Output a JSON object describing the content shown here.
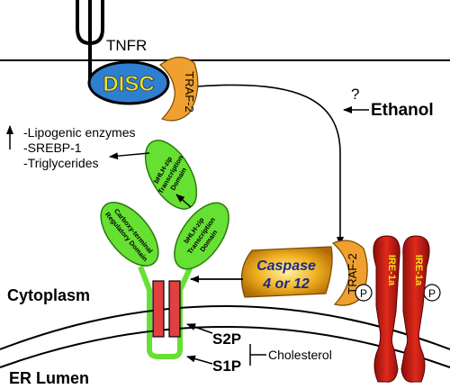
{
  "labels": {
    "tnfr": "TNFR",
    "disc": "DISC",
    "traf2_top": "TRAF-2",
    "question": "?",
    "ethanol": "Ethanol",
    "effect_lipogenic": "-Lipogenic enzymes",
    "effect_srebp": "-SREBP-1",
    "effect_trig": "-Triglycerides",
    "bhlh_top_1": "bHLH-zip",
    "bhlh_top_2": "Transcription",
    "bhlh_top_3": "Domain",
    "bhlh_right_1": "bHLH-zip",
    "bhlh_right_2": "Transcription",
    "bhlh_right_3": "Domain",
    "carboxy_1": "Carboxy-terminal",
    "carboxy_2": "Regulatory Domain",
    "caspase_1": "Caspase",
    "caspase_2": "4 or 12",
    "traf2_bottom": "TRAF-2",
    "phospho_1": "P",
    "phospho_2": "P",
    "ire_left": "IRE-1a",
    "ire_right": "IRE-1a",
    "cytoplasm": "Cytoplasm",
    "s2p": "S2P",
    "s1p": "S1P",
    "cholesterol": "Cholesterol",
    "er_lumen": "ER Lumen"
  },
  "colors": {
    "disc_fill": "#2f7fd0",
    "disc_text": "#f5e11a",
    "traf_fill": "#f0a030",
    "green": "#66e033",
    "red_box": "#e04040",
    "ire_red": "#cc1a1a",
    "caspase_gold": "#e8a81a"
  }
}
